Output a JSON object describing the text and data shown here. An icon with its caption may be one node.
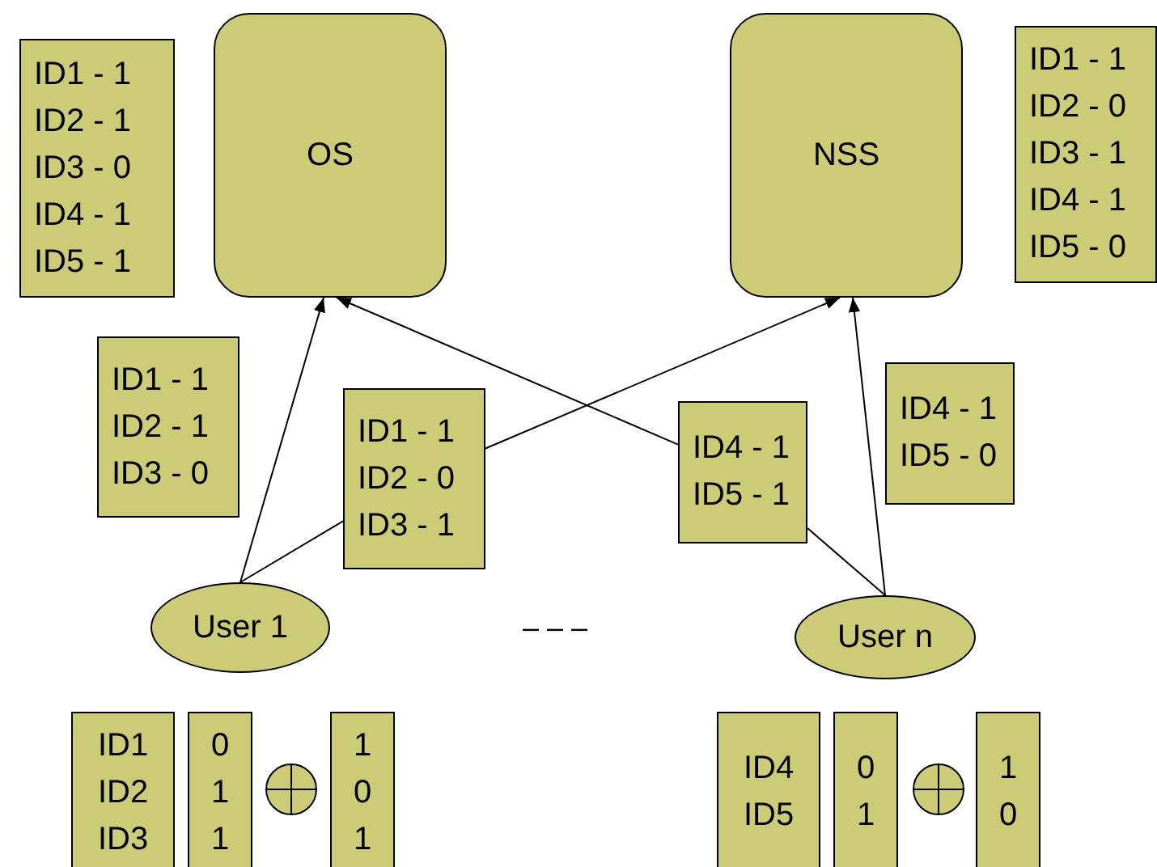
{
  "diagram": {
    "nodes": [
      {
        "text": [
          "ID1 - 1",
          "ID2 - 1",
          "ID3 - 0",
          "ID4 - 1",
          "ID5 - 1"
        ]
      },
      {
        "text": [
          "OS"
        ]
      },
      {
        "text": [
          "NSS"
        ]
      },
      {
        "text": [
          "ID1 - 1",
          "ID2 - 0",
          "ID3 - 1",
          "ID4 - 1",
          "ID5 - 0"
        ]
      },
      {
        "text": [
          "ID1 - 1",
          "ID2 - 1",
          "ID3 - 0"
        ]
      },
      {
        "text": [
          "ID1 - 1",
          "ID2 - 0",
          "ID3 - 1"
        ]
      },
      {
        "text": [
          "ID4 - 1",
          "ID5 - 1"
        ]
      },
      {
        "text": [
          "ID4 - 1",
          "ID5 - 0"
        ]
      },
      {
        "text": [
          "User 1"
        ]
      },
      {
        "text": [
          "User n"
        ]
      },
      {
        "text": [
          "ID1",
          "ID2",
          "ID3"
        ]
      },
      {
        "text": [
          "0",
          "1",
          "1"
        ]
      },
      {
        "text": [],
        "shape": "circle"
      },
      {
        "text": [
          "1",
          "0",
          "1"
        ]
      },
      {
        "text": [
          "ID4",
          "ID5"
        ]
      },
      {
        "text": [
          "0",
          "1"
        ]
      },
      {
        "text": [],
        "shape": "circle"
      },
      {
        "text": [
          "1",
          "0"
        ]
      }
    ],
    "edges": [
      {
        "from": 8,
        "to": 1,
        "arrow": "to"
      },
      {
        "from": 8,
        "to": 5,
        "arrow": "none"
      },
      {
        "from": 5,
        "to": 2,
        "arrow": "to"
      },
      {
        "from": 9,
        "to": 6,
        "arrow": "none"
      },
      {
        "from": 6,
        "to": 1,
        "arrow": "to"
      },
      {
        "from": 9,
        "to": 2,
        "arrow": "to"
      }
    ],
    "labels": [
      "– – –"
    ]
  }
}
